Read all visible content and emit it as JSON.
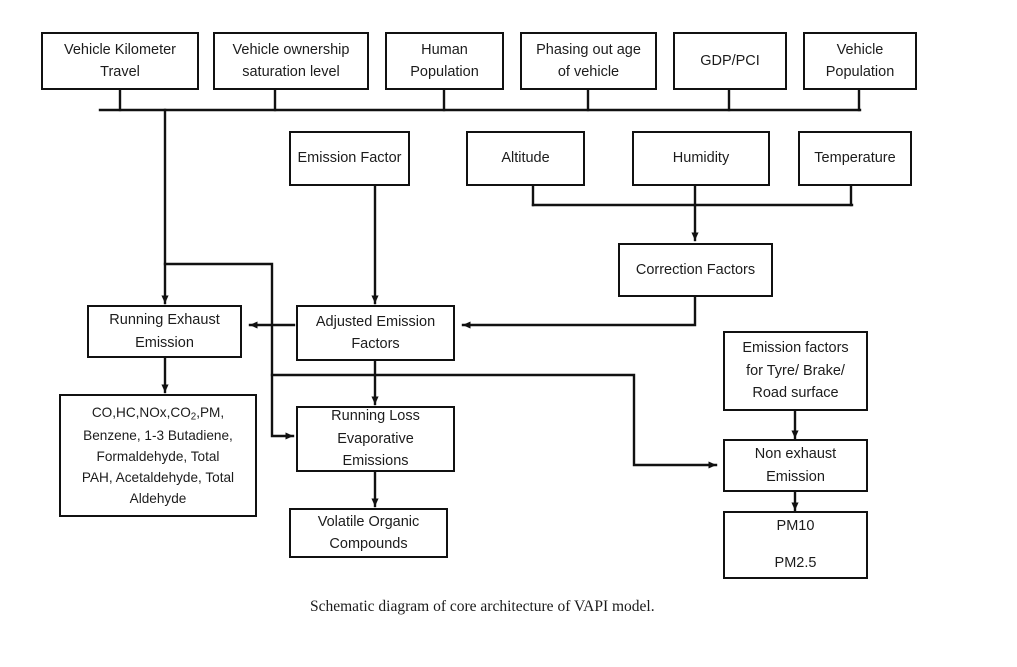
{
  "figure": {
    "caption": "Schematic diagram of core architecture of VAPI model.",
    "stroke_color": "#111111",
    "background_color": "#ffffff",
    "text_color": "#1c1c1c"
  },
  "nodes": {
    "vehicle_kilometer_travel": "Vehicle Kilometer\nTravel",
    "vehicle_ownership_saturation": "Vehicle ownership\nsaturation level",
    "human_population": "Human\nPopulation",
    "phasing_out_age": "Phasing out age\nof vehicle",
    "gdp_pci": "GDP/PCI",
    "vehicle_population": "Vehicle\nPopulation",
    "emission_factor": "Emission Factor",
    "altitude": "Altitude",
    "humidity": "Humidity",
    "temperature": "Temperature",
    "correction_factors": "Correction Factors",
    "running_exhaust_emission": "Running Exhaust\nEmission",
    "adjusted_emission_factors": "Adjusted Emission\nFactors",
    "pollutants_line1_a": "CO,HC,NOx,CO",
    "pollutants_line1_sub": "2",
    "pollutants_line1_b": ",PM,",
    "pollutants_rest": "Benzene, 1-3 Butadiene,\nFormaldehyde, Total\nPAH, Acetaldehyde, Total\nAldehyde",
    "running_loss_evaporative": "Running Loss\nEvaporative\nEmissions",
    "volatile_organic_compounds": "Volatile Organic\nCompounds",
    "emission_factors_tyre": "Emission factors\nfor Tyre/ Brake/\nRoad surface",
    "non_exhaust_emission": "Non exhaust\nEmission",
    "pm_outputs": "PM10\n\nPM2.5"
  },
  "flows": [
    {
      "from": "vehicle_kilometer_travel",
      "to": "running_exhaust_emission",
      "via": "top-bus"
    },
    {
      "from": "vehicle_ownership_saturation",
      "to": "running_exhaust_emission",
      "via": "top-bus"
    },
    {
      "from": "human_population",
      "to": "running_exhaust_emission",
      "via": "top-bus"
    },
    {
      "from": "phasing_out_age",
      "to": "running_exhaust_emission",
      "via": "top-bus"
    },
    {
      "from": "gdp_pci",
      "to": "running_exhaust_emission",
      "via": "top-bus"
    },
    {
      "from": "vehicle_population",
      "to": "running_exhaust_emission",
      "via": "top-bus"
    },
    {
      "from": "top-bus",
      "to": "running_loss_evaporative",
      "via": "left-riser"
    },
    {
      "from": "emission_factor",
      "to": "adjusted_emission_factors",
      "via": "direct"
    },
    {
      "from": "altitude",
      "to": "correction_factors",
      "via": "env-bus"
    },
    {
      "from": "humidity",
      "to": "correction_factors",
      "via": "env-bus"
    },
    {
      "from": "temperature",
      "to": "correction_factors",
      "via": "env-bus"
    },
    {
      "from": "correction_factors",
      "to": "adjusted_emission_factors",
      "via": "elbow-left"
    },
    {
      "from": "adjusted_emission_factors",
      "to": "running_exhaust_emission",
      "via": "direct"
    },
    {
      "from": "adjusted_emission_factors",
      "to": "running_loss_evaporative",
      "via": "direct"
    },
    {
      "from": "adjusted_emission_factors",
      "to": "non_exhaust_emission",
      "via": "elbow-right"
    },
    {
      "from": "running_exhaust_emission",
      "to": "pollutants",
      "via": "direct"
    },
    {
      "from": "running_loss_evaporative",
      "to": "volatile_organic_compounds",
      "via": "direct"
    },
    {
      "from": "emission_factors_tyre",
      "to": "non_exhaust_emission",
      "via": "direct"
    },
    {
      "from": "non_exhaust_emission",
      "to": "pm_outputs",
      "via": "direct"
    }
  ]
}
